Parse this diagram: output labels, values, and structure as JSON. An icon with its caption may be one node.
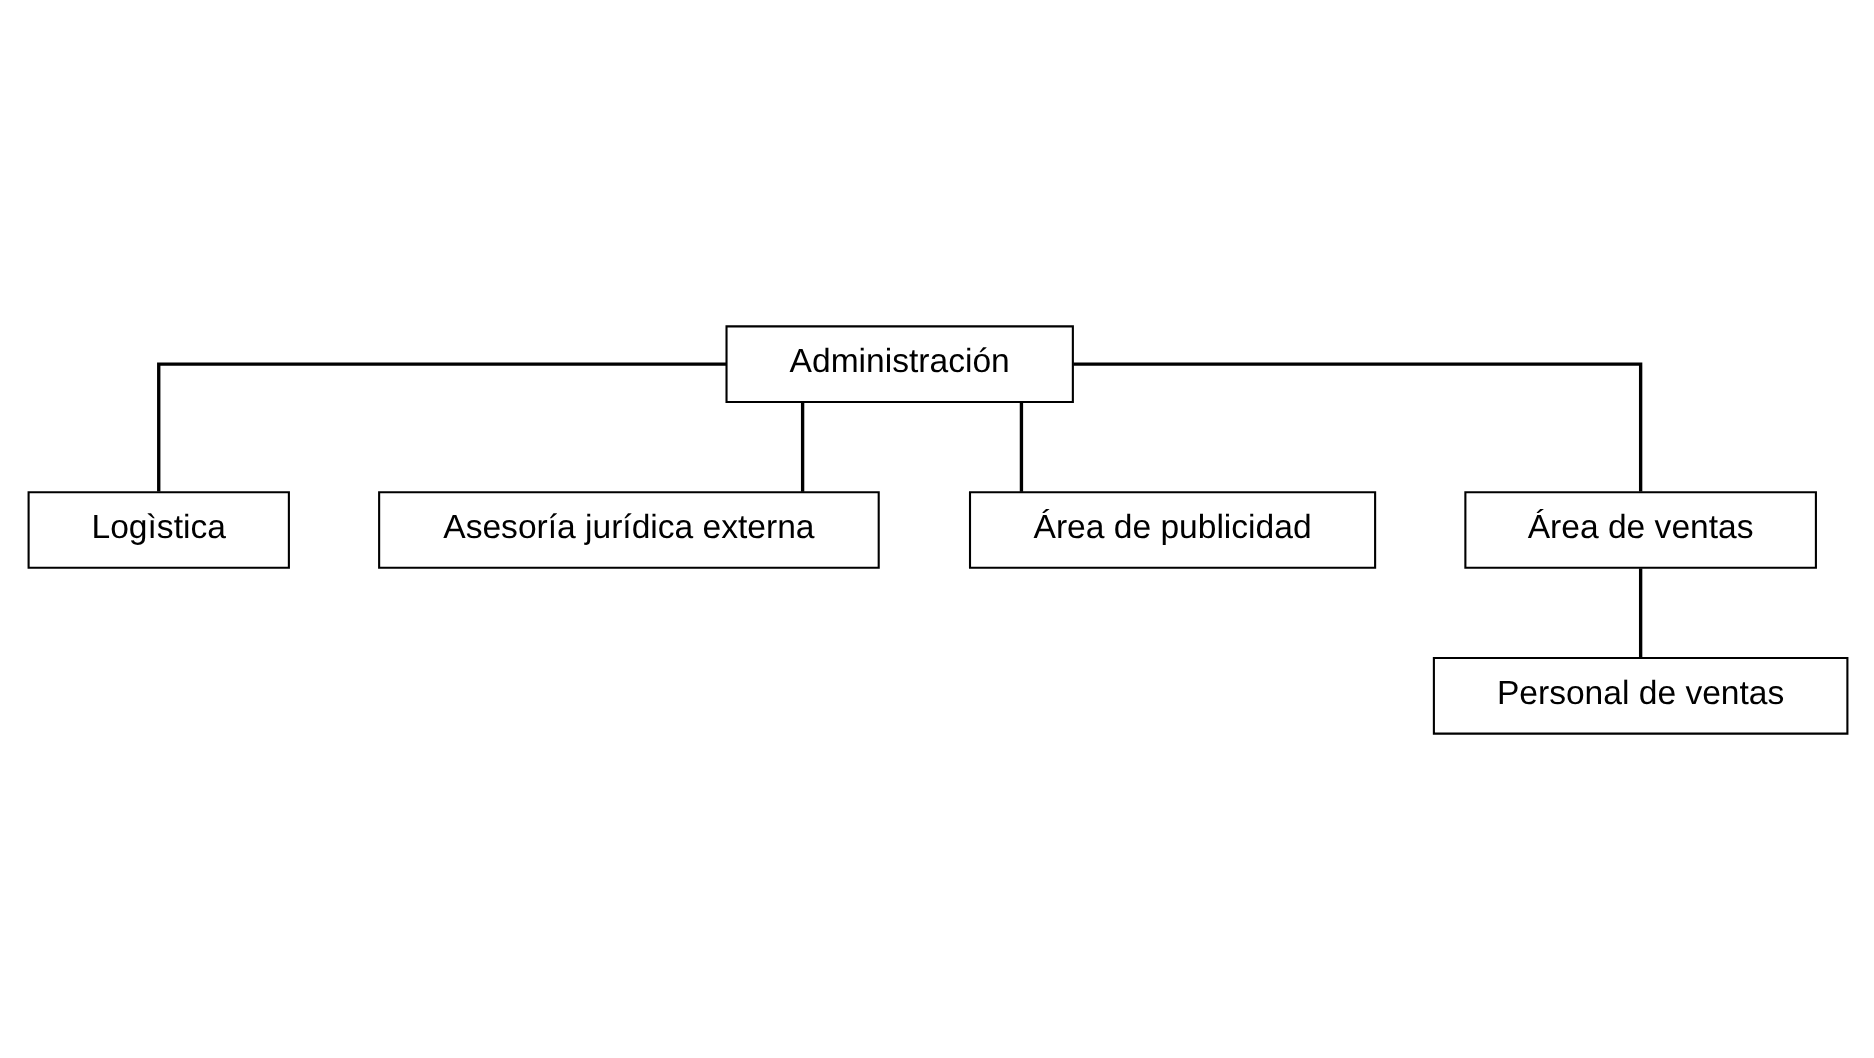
{
  "diagram": {
    "nodes": [
      {
        "text": [
          "Administración"
        ]
      },
      {
        "text": [
          "Logìstica"
        ]
      },
      {
        "text": [
          "Asesoría jurídica externa"
        ]
      },
      {
        "text": [
          "Área de publicidad"
        ]
      },
      {
        "text": [
          "Área de ventas"
        ]
      },
      {
        "text": [
          "Personal de ventas"
        ]
      }
    ],
    "edges": [
      {
        "from": 0,
        "to": 1,
        "arrow": "none"
      },
      {
        "from": 0,
        "to": 2,
        "arrow": "none"
      },
      {
        "from": 0,
        "to": 3,
        "arrow": "none"
      },
      {
        "from": 0,
        "to": 4,
        "arrow": "none"
      },
      {
        "from": 4,
        "to": 5,
        "arrow": "none"
      }
    ]
  }
}
